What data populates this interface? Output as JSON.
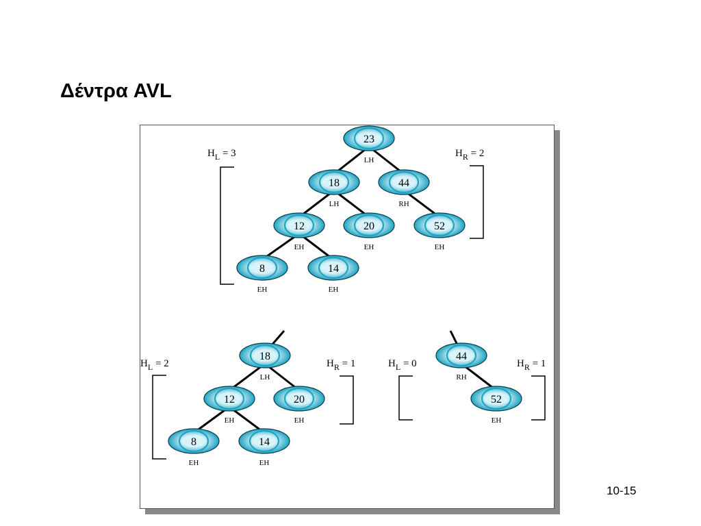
{
  "slide": {
    "title": "Δέντρα AVL",
    "page_number": "10-15"
  },
  "colors": {
    "node_fill_outer": "#1fa3c2",
    "node_fill_inner": "#d8f3fa",
    "node_stroke": "#0a3b4a",
    "edge": "#000000",
    "text": "#000000"
  },
  "nodes": [
    {
      "id": "t1_23",
      "key": "23",
      "balance": "LH"
    },
    {
      "id": "t1_18",
      "key": "18",
      "balance": "LH"
    },
    {
      "id": "t1_44",
      "key": "44",
      "balance": "RH"
    },
    {
      "id": "t1_12",
      "key": "12",
      "balance": "EH"
    },
    {
      "id": "t1_20",
      "key": "20",
      "balance": "EH"
    },
    {
      "id": "t1_52",
      "key": "52",
      "balance": "EH"
    },
    {
      "id": "t1_8",
      "key": "8",
      "balance": "EH"
    },
    {
      "id": "t1_14",
      "key": "14",
      "balance": "EH"
    },
    {
      "id": "t2_18",
      "key": "18",
      "balance": "LH"
    },
    {
      "id": "t2_12",
      "key": "12",
      "balance": "EH"
    },
    {
      "id": "t2_20",
      "key": "20",
      "balance": "EH"
    },
    {
      "id": "t2_8",
      "key": "8",
      "balance": "EH"
    },
    {
      "id": "t2_14",
      "key": "14",
      "balance": "EH"
    },
    {
      "id": "t3_44",
      "key": "44",
      "balance": "RH"
    },
    {
      "id": "t3_52",
      "key": "52",
      "balance": "EH"
    }
  ],
  "edges": [
    {
      "from": "t1_23",
      "to": "t1_18"
    },
    {
      "from": "t1_23",
      "to": "t1_44"
    },
    {
      "from": "t1_18",
      "to": "t1_12"
    },
    {
      "from": "t1_18",
      "to": "t1_20"
    },
    {
      "from": "t1_44",
      "to": "t1_52"
    },
    {
      "from": "t1_12",
      "to": "t1_8"
    },
    {
      "from": "t1_12",
      "to": "t1_14"
    },
    {
      "from": "t2_18",
      "to": "t2_12"
    },
    {
      "from": "t2_18",
      "to": "t2_20"
    },
    {
      "from": "t2_12",
      "to": "t2_8"
    },
    {
      "from": "t2_12",
      "to": "t2_14"
    },
    {
      "from": "t3_44",
      "to": "t3_52"
    }
  ],
  "height_labels": [
    {
      "id": "hl_top",
      "base": "H",
      "sub": "L",
      "rest": " = 3"
    },
    {
      "id": "hr_top",
      "base": "H",
      "sub": "R",
      "rest": " = 2"
    },
    {
      "id": "hl_left",
      "base": "H",
      "sub": "L",
      "rest": " = 2"
    },
    {
      "id": "hr_left",
      "base": "H",
      "sub": "R",
      "rest": " = 1"
    },
    {
      "id": "hl_right",
      "base": "H",
      "sub": "L",
      "rest": " = 0"
    },
    {
      "id": "hr_right",
      "base": "H",
      "sub": "R",
      "rest": " = 1"
    }
  ]
}
